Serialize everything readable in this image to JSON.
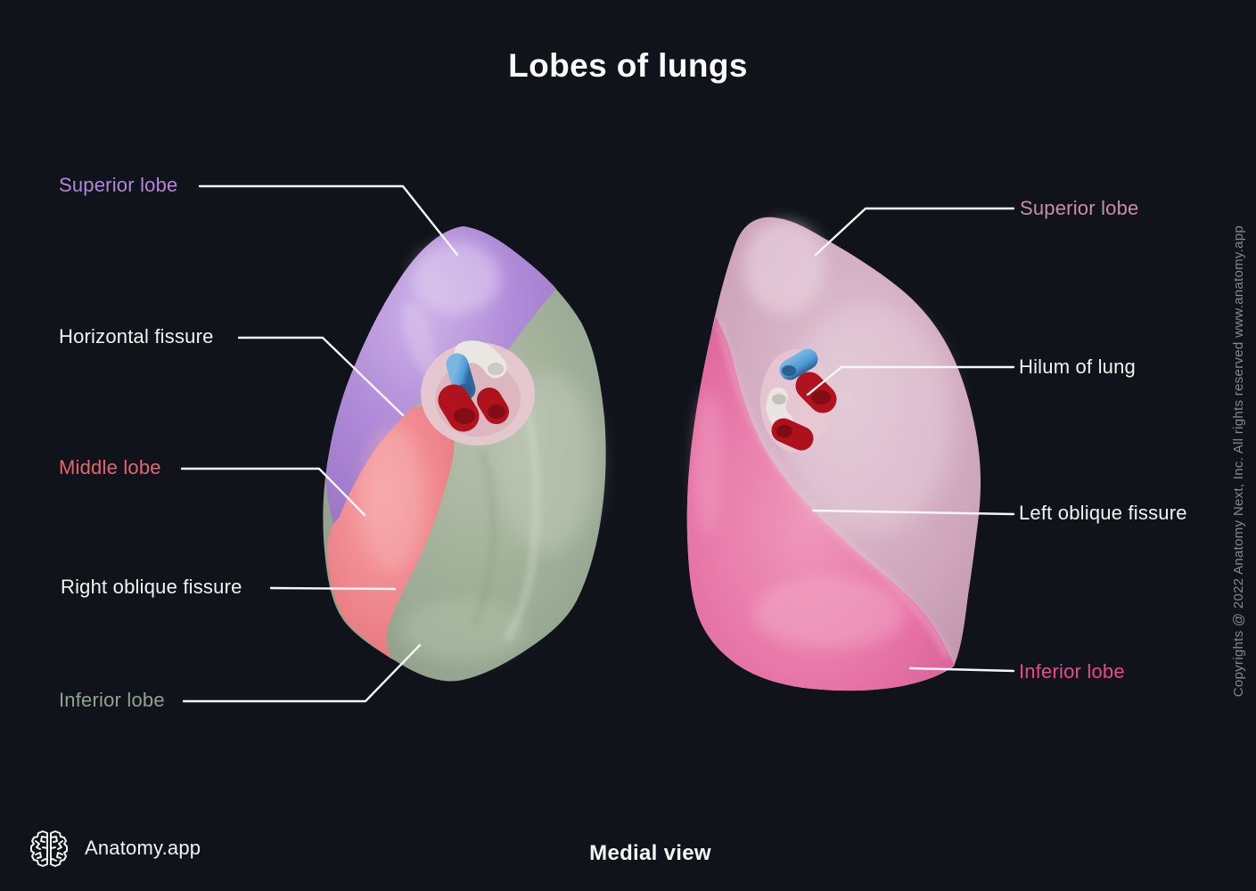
{
  "title": "Lobes of lungs",
  "view": {
    "label": "Medial view"
  },
  "brand": {
    "name": "Anatomy.app",
    "icon": "brain-icon"
  },
  "copyright": {
    "text": "Copyrights @ 2022 Anatomy Next, Inc. All rights reserved www.anatomy.app"
  },
  "background_color": "#10141a",
  "leader_line_color": "#f7f7f8",
  "right_lung_panel": {
    "side_shown": "left side of image, medial view of right lung",
    "labels": [
      {
        "id": "superior-lobe",
        "text": "Superior lobe",
        "color": "#b286d8"
      },
      {
        "id": "horizontal-fissure",
        "text": "Horizontal fissure",
        "color": "#f2f2f2"
      },
      {
        "id": "middle-lobe",
        "text": "Middle lobe",
        "color": "#e5656f"
      },
      {
        "id": "right-oblique-fissure",
        "text": "Right oblique fissure",
        "color": "#f2f2f2"
      },
      {
        "id": "inferior-lobe",
        "text": "Inferior lobe",
        "color": "#92a290"
      }
    ],
    "lobe_colors": {
      "superior": "#b18cd9",
      "middle": "#ee868c",
      "inferior": "#9cab95"
    }
  },
  "left_lung_panel": {
    "side_shown": "right side of image, medial view of left lung",
    "labels": [
      {
        "id": "superior-lobe",
        "text": "Superior lobe",
        "color": "#c78fa7"
      },
      {
        "id": "hilum-of-lung",
        "text": "Hilum of lung",
        "color": "#f2f2f2"
      },
      {
        "id": "left-oblique-fissure",
        "text": "Left oblique fissure",
        "color": "#f2f2f2"
      },
      {
        "id": "inferior-lobe",
        "text": "Inferior lobe",
        "color": "#e9488f"
      }
    ],
    "lobe_colors": {
      "superior": "#cfa6bc",
      "inferior": "#e673a6"
    }
  },
  "hilum_colors": {
    "artery_blue": "#4d9cd6",
    "veins_red": "#b1131e",
    "bronchus_white": "#eae6e1"
  }
}
